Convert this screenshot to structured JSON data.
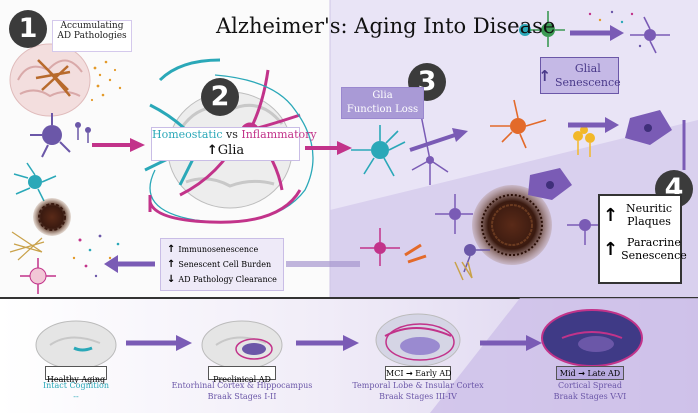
{
  "title": "Alzheimer's: Aging Into Disease",
  "steps": [
    {
      "number": "1",
      "label_line1": "Accumulating",
      "label_line2": "AD Pathologies"
    },
    {
      "number": "2",
      "homeostatic": "Homeostatic",
      "vs": "vs",
      "inflammatory": "Inflammatory",
      "glia_prefix": "↑",
      "glia": "Glia"
    },
    {
      "number": "3",
      "label_line1": "Glia",
      "label_line2": "Function Loss"
    },
    {
      "number": "4",
      "items": [
        {
          "arrow": "↑",
          "line1": "Neuritic",
          "line2": "Plaques"
        },
        {
          "arrow": "↑",
          "line1": "Paracrine",
          "line2": "Senescence"
        }
      ]
    }
  ],
  "glial_senescence": {
    "arrow": "↑",
    "line1": "Glial",
    "line2": "Senescence"
  },
  "feedback_box": [
    {
      "arrow": "↑",
      "text": "Immunosenescence"
    },
    {
      "arrow": "↑",
      "text": "Senescent Cell Burden"
    },
    {
      "arrow": "↓",
      "text": "AD Pathology Clearance"
    }
  ],
  "stages": [
    {
      "name": "Healthy Aging",
      "desc1": "Intact Cognition",
      "desc2": "--"
    },
    {
      "name": "Preclinical AD",
      "desc1": "Entorhinal Cortex & Hippocampus",
      "desc2": "Braak Stages I-II"
    },
    {
      "name_a": "MCI",
      "arrow": "→",
      "name_b": "Early AD",
      "desc1": "Temporal Lobe & Insular Cortex",
      "desc2": "Braak Stages III-IV"
    },
    {
      "name_a": "Mid",
      "arrow": "→",
      "name_b": "Late AD",
      "desc1": "Cortical Spread",
      "desc2": "Braak Stages V-VI"
    }
  ],
  "colors": {
    "teal": "#2aa8b8",
    "magenta": "#c2338a",
    "purple": "#7a5bb5",
    "lavender": "#dcd3f0",
    "dark_circle": "#3b3b3b"
  }
}
